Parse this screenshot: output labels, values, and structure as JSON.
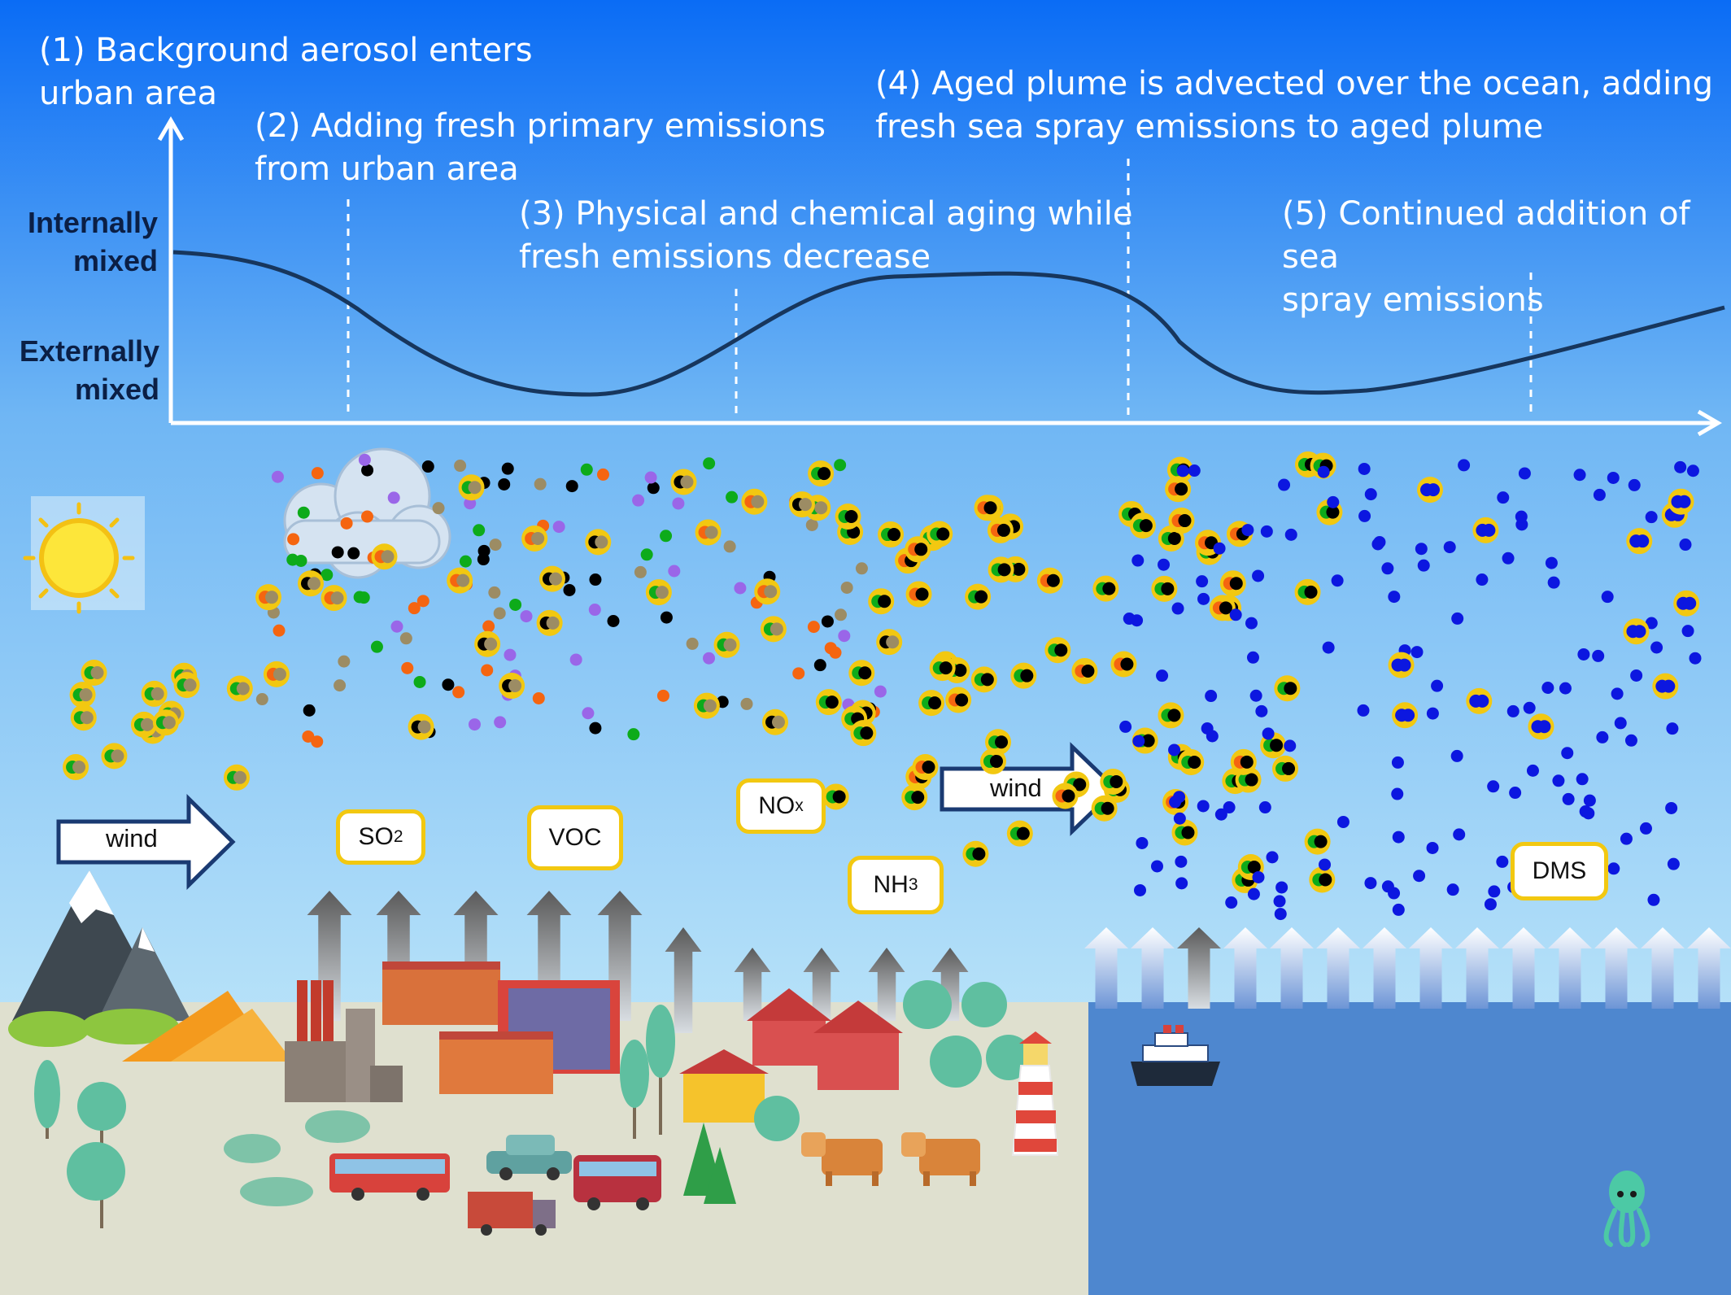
{
  "stages": [
    {
      "id": "s1",
      "text": "(1) Background aerosol enters\nurban area"
    },
    {
      "id": "s2",
      "text": "(2) Adding fresh primary emissions\nfrom urban area"
    },
    {
      "id": "s3",
      "text": "(3) Physical and chemical aging while\nfresh emissions decrease"
    },
    {
      "id": "s4",
      "text": "(4) Aged plume is advected over the ocean, adding\nfresh sea spray emissions to aged plume"
    },
    {
      "id": "s5",
      "text": "(5) Continued addition of sea\nspray emissions"
    }
  ],
  "axis": {
    "top_label": "Internally\nmixed",
    "bottom_label": "Externally\nmixed"
  },
  "wind_label": "wind",
  "gases": [
    {
      "id": "so2",
      "base": "SO",
      "sub": "2"
    },
    {
      "id": "voc",
      "base": "VOC",
      "sub": ""
    },
    {
      "id": "nox",
      "base": "NO",
      "sub": "x"
    },
    {
      "id": "nh3",
      "base": "NH",
      "sub": "3"
    },
    {
      "id": "dms",
      "base": "DMS",
      "sub": ""
    }
  ],
  "colors": {
    "sky_top": "#0a6cf5",
    "sky_mid": "#6fb6f4",
    "sky_bottom": "#d8f6fb",
    "curve": "#17365d",
    "land": "#dfe0cf",
    "ocean": "#4e87cf",
    "gas_border": "#f2c811",
    "particle_black": "#000000",
    "particle_green": "#0dab1a",
    "particle_orange": "#f56510",
    "particle_purple": "#9a66e8",
    "particle_olive": "#9c8c64",
    "particle_blue": "#0c17e0",
    "particle_coating": "#f2c811"
  },
  "icons": [
    "sun-icon",
    "cloud-icon",
    "mountain-icon",
    "factory-icon",
    "building-icon",
    "house-icon",
    "tree-icon",
    "bus-icon",
    "truck-icon",
    "car-icon",
    "cow-icon",
    "lighthouse-icon",
    "ship-icon",
    "octopus-icon",
    "emission-arrow-icon"
  ]
}
